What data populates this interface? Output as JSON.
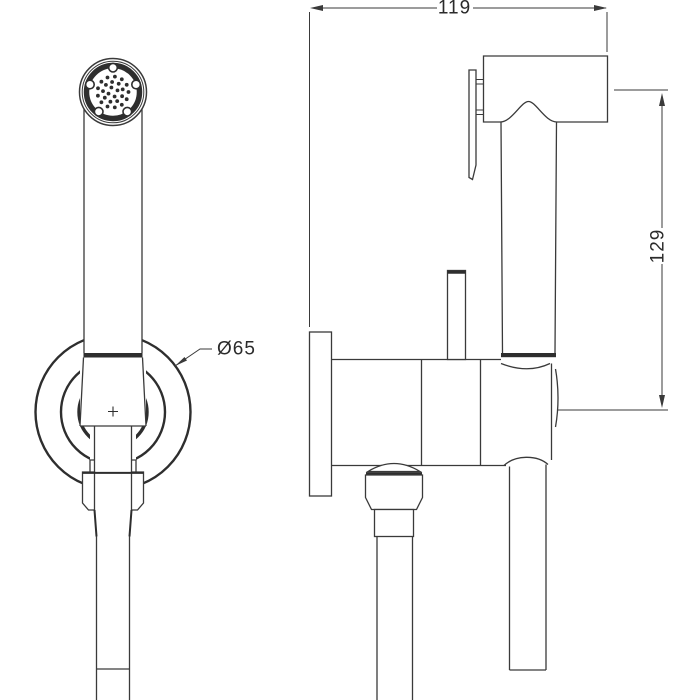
{
  "drawing": {
    "type": "technical dimension drawing",
    "subject": "hand-held bidet spray set with wall holder and built-in stop valve — front and side elevations",
    "dimensions": {
      "width": {
        "value": 119,
        "label": "119"
      },
      "height": {
        "value": 129,
        "label": "129"
      },
      "holder_diameter": {
        "value": 65,
        "label": "Ø65"
      }
    },
    "colors": {
      "background": "#ffffff",
      "line": "#3a3a3a",
      "dark_line": "#2e2e2e",
      "text": "#2b2b2b"
    }
  }
}
